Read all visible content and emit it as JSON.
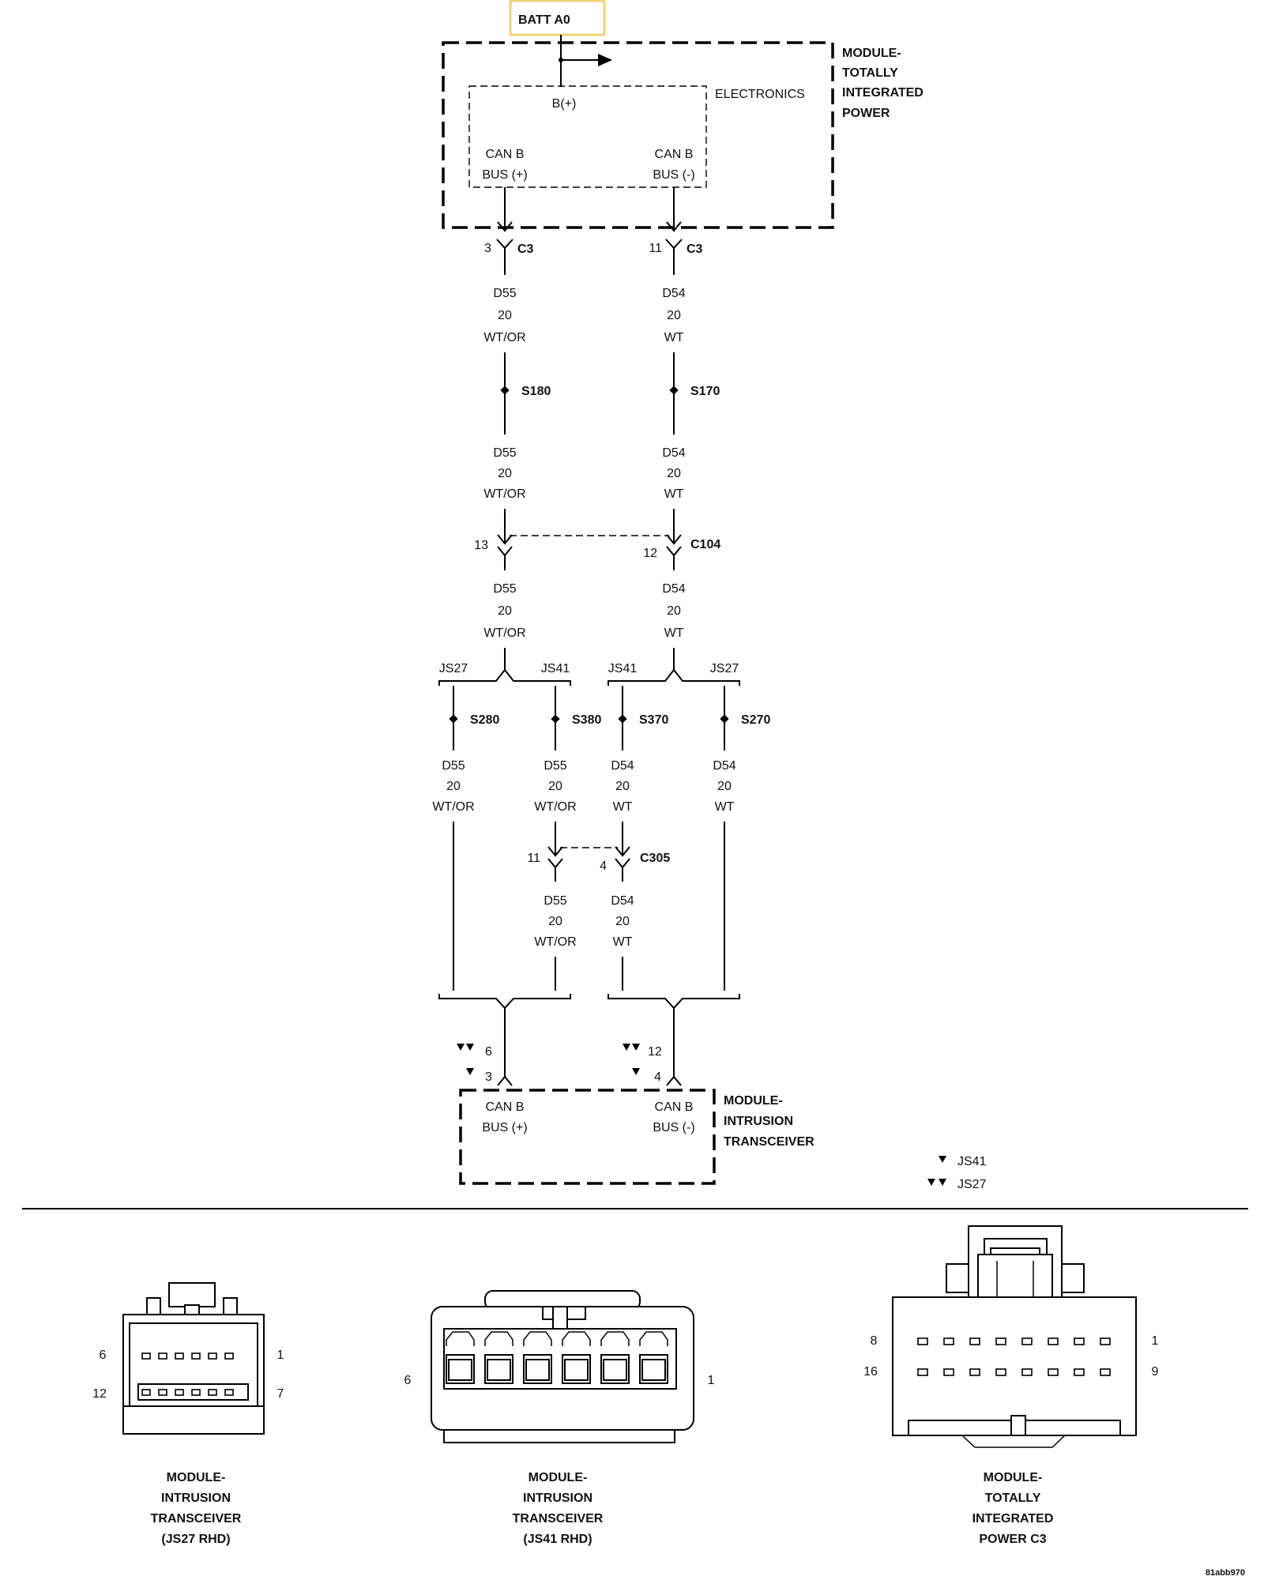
{
  "battery": {
    "label": "BATT A0",
    "border_color": "#f2d27a"
  },
  "tipm": {
    "title_lines": [
      "MODULE-",
      "TOTALLY",
      "INTEGRATED",
      "POWER"
    ],
    "inner_label": "ELECTRONICS",
    "bplus": "B(+)",
    "canb_pos": [
      "CAN B",
      "BUS (+)"
    ],
    "canb_neg": [
      "CAN B",
      "BUS (-)"
    ]
  },
  "connectors": {
    "c3_left": {
      "pin": "3",
      "name": "C3"
    },
    "c3_right": {
      "pin": "11",
      "name": "C3"
    },
    "c104": {
      "pin_left": "13",
      "pin_right": "12",
      "name": "C104"
    },
    "c305": {
      "pin_left": "11",
      "pin_right": "4",
      "name": "C305"
    }
  },
  "wire_pos": [
    "D55",
    "20",
    "WT/OR"
  ],
  "wire_neg": [
    "D54",
    "20",
    "WT"
  ],
  "splices": {
    "s180": "S180",
    "s170": "S170",
    "s280": "S280",
    "s380": "S380",
    "s370": "S370",
    "s270": "S270"
  },
  "variants": {
    "js27": "JS27",
    "js41": "JS41"
  },
  "itm": {
    "title_lines": [
      "MODULE-",
      "INTRUSION",
      "TRANSCEIVER"
    ],
    "canb_pos": [
      "CAN B",
      "BUS (+)"
    ],
    "canb_neg": [
      "CAN B",
      "BUS (-)"
    ],
    "pin_pos_js27": "6",
    "pin_pos_js41": "3",
    "pin_neg_js27": "12",
    "pin_neg_js41": "4"
  },
  "legend": {
    "single": "JS41",
    "double": "JS27"
  },
  "connector_views": {
    "itm_js27": {
      "pins": [
        "6",
        "1",
        "12",
        "7"
      ],
      "caption": [
        "MODULE-",
        "INTRUSION",
        "TRANSCEIVER",
        "(JS27 RHD)"
      ]
    },
    "itm_js41": {
      "pins": [
        "6",
        "1"
      ],
      "caption": [
        "MODULE-",
        "INTRUSION",
        "TRANSCEIVER",
        "(JS41 RHD)"
      ]
    },
    "tipm_c3": {
      "pins": [
        "8",
        "1",
        "16",
        "9"
      ],
      "caption": [
        "MODULE-",
        "TOTALLY",
        "INTEGRATED",
        "POWER C3"
      ]
    }
  },
  "figure_id": "81abb970"
}
